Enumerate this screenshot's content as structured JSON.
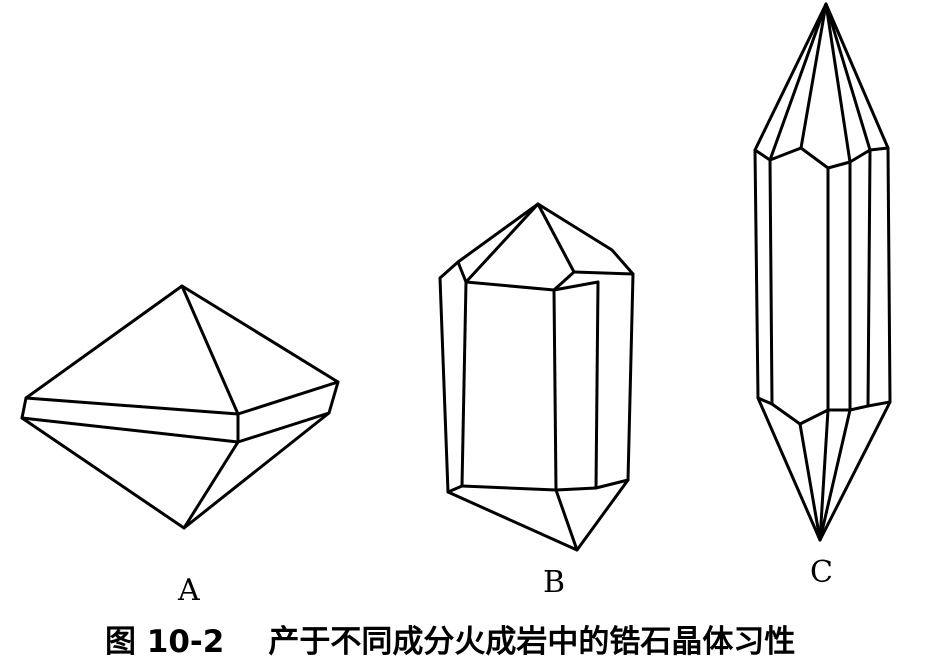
{
  "figure": {
    "caption_number": "图 10-2",
    "caption_text": "产于不同成分火成岩中的锆石晶体习性",
    "crystals": [
      {
        "id": "A",
        "label": "A"
      },
      {
        "id": "B",
        "label": "B"
      },
      {
        "id": "C",
        "label": "C"
      }
    ]
  }
}
